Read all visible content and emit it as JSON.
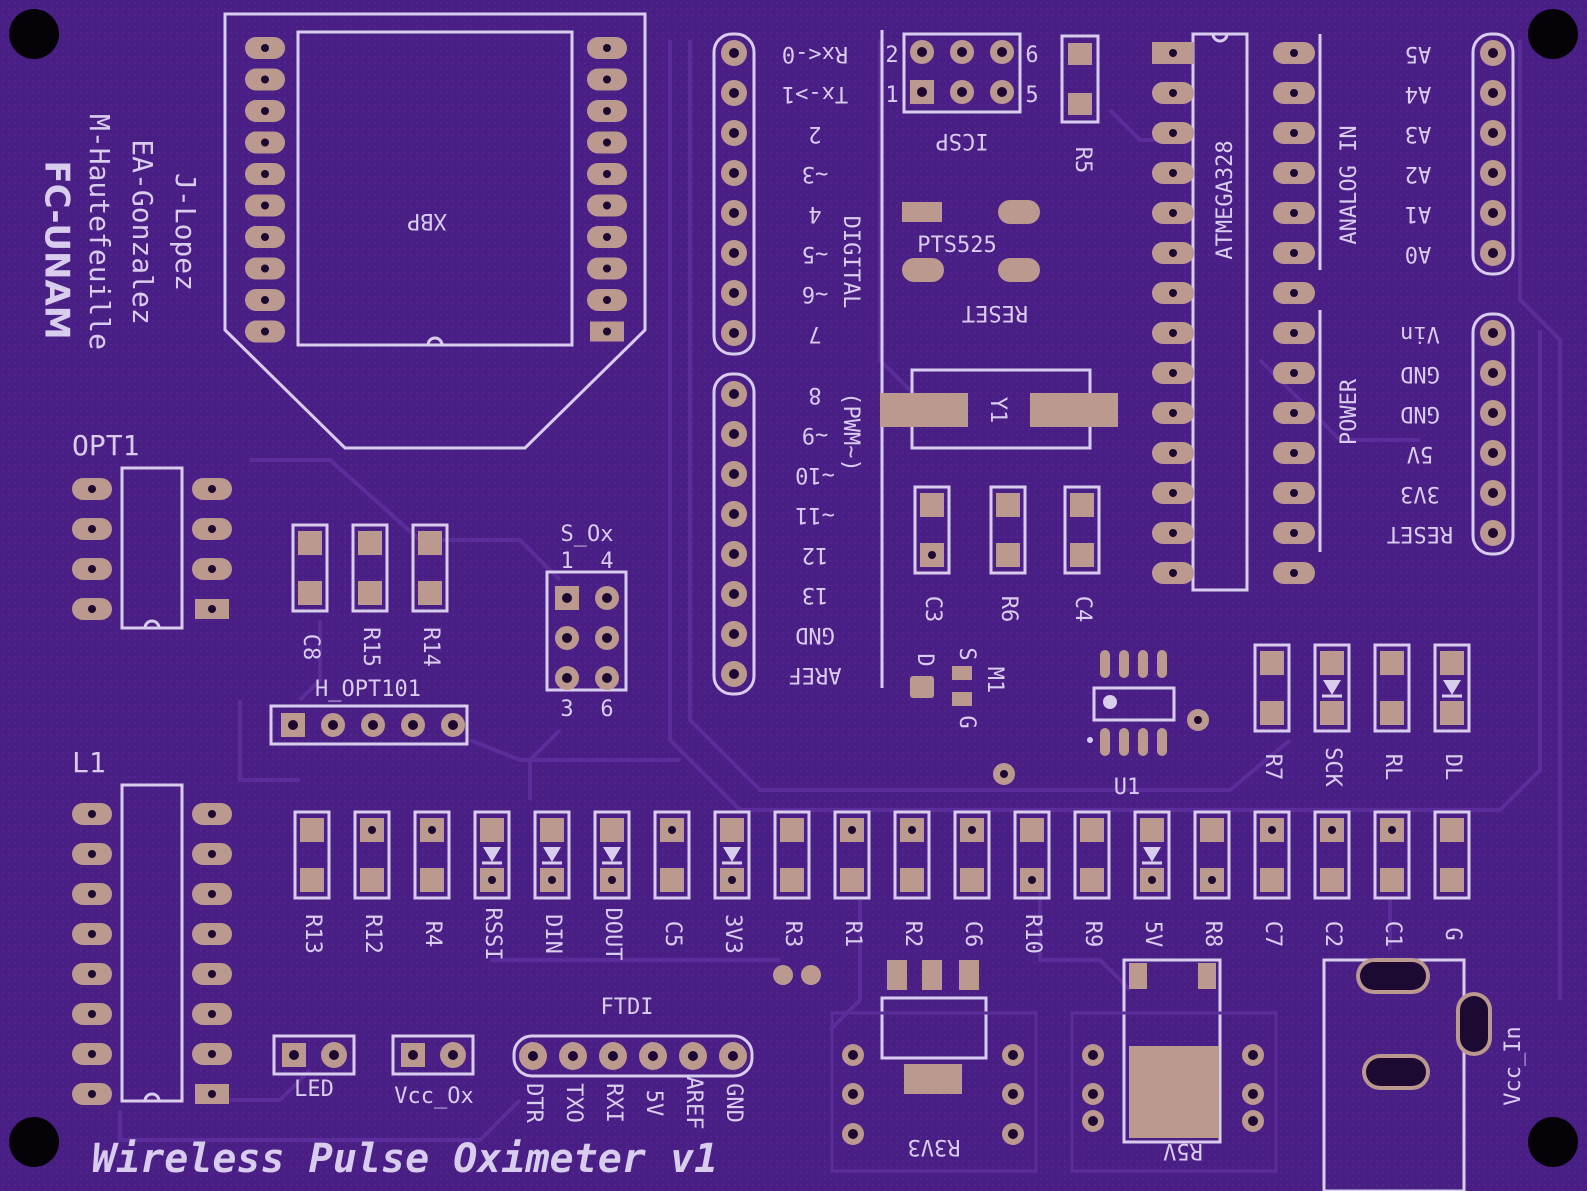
{
  "title": "Wireless Pulse Oximeter v1",
  "credits": {
    "line1": "FC-UNAM",
    "line2": "M-Hautefeuille",
    "line3": "EA-Gonzalez",
    "line4": "J-Lopez"
  },
  "labels": {
    "xbp": "XBP",
    "opt1": "OPT1",
    "l1": "L1",
    "h_opt101": "H_OPT101",
    "s_ox": "S_Ox",
    "s_ox_pin1": "1",
    "s_ox_pin4": "4",
    "s_ox_pin3": "3",
    "s_ox_pin6": "6",
    "led": "LED",
    "vcc_ox": "Vcc_Ox",
    "ftdi": "FTDI",
    "icsp": "ICSP",
    "icsp_pin1": "1",
    "icsp_pin2": "2",
    "icsp_pin5": "5",
    "icsp_pin6": "6",
    "pts525": "PTS525",
    "reset_btn": "RESET",
    "y1": "Y1",
    "atmega": "ATMEGA328",
    "digital": "DIGITAL",
    "pwm": "(PWM~)",
    "analog_in": "ANALOG IN",
    "power": "POWER",
    "u1": "U1",
    "m1": "M1",
    "m1_d": "D",
    "m1_s": "S",
    "m1_g": "G",
    "r3v3": "R3V3",
    "r5v": "R5V",
    "vcc_in": "Vcc_In",
    "r5": "R5"
  },
  "digital_pins": [
    "Rx<-0",
    "Tx->1",
    "2",
    "~3",
    "4",
    "~5",
    "~6",
    "7",
    "8",
    "~9",
    "~10",
    "~11",
    "12",
    "13",
    "GND",
    "AREF"
  ],
  "analog_pins": [
    "A5",
    "A4",
    "A3",
    "A2",
    "A1",
    "A0"
  ],
  "power_pins": [
    "Vin",
    "GND",
    "GND",
    "5V",
    "3V3",
    "RESET"
  ],
  "ftdi_pins": [
    "DTR",
    "TXO",
    "RXI",
    "5V",
    "AREF",
    "GND"
  ],
  "small_parts_top": [
    "C8",
    "R15",
    "R14"
  ],
  "small_parts_mid": [
    "C3",
    "R6",
    "C4"
  ],
  "small_parts_right": [
    "R7",
    "SCK",
    "RL",
    "DL"
  ],
  "small_parts_row": [
    "R13",
    "R12",
    "R4",
    "RSSI",
    "DIN",
    "DOUT",
    "C5",
    "3V3",
    "R3",
    "R1",
    "R2",
    "C6",
    "R10",
    "R9",
    "5V",
    "R8",
    "C7",
    "C2",
    "C1",
    "G"
  ],
  "colors": {
    "board": "#4a1f85",
    "silkscreen": "#d9cdee",
    "pad": "#bb998f",
    "mount_hole": "#050308"
  }
}
